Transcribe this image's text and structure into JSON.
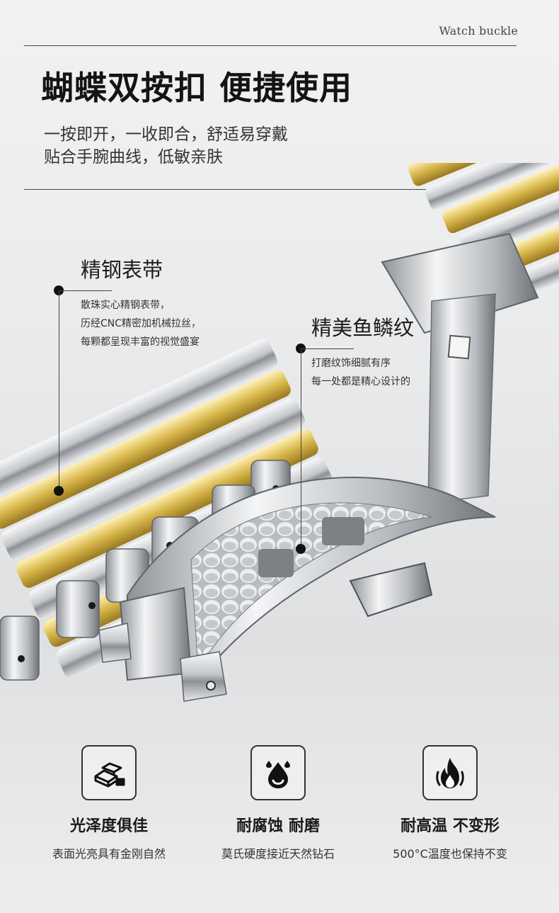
{
  "header": {
    "brand_en": "Watch buckle",
    "headline": "蝴蝶双按扣 便捷使用",
    "sub1": "一按即开，一收即合，舒适易穿戴",
    "sub2": "贴合手腕曲线，低敏亲肤"
  },
  "callouts": {
    "steel": {
      "title": "精钢表带",
      "lines": [
        "散珠实心精钢表带，",
        "历经CNC精密加机械拉丝，",
        "每颗都呈现丰富的视觉盛宴"
      ]
    },
    "scale": {
      "title": "精美鱼鳞纹",
      "lines": [
        "打磨纹饰细腻有序",
        "每一处都是精心设计的"
      ]
    }
  },
  "features": [
    {
      "icon": "gold-bars-icon",
      "title": "光泽度俱佳",
      "desc": "表面光亮具有金刚自然"
    },
    {
      "icon": "water-drop-icon",
      "title": "耐腐蚀 耐磨",
      "desc": "莫氏硬度接近天然钻石"
    },
    {
      "icon": "flame-icon",
      "title": "耐高温 不变形",
      "desc": "500°C温度也保持不变"
    }
  ],
  "colors": {
    "text": "#1a1a1a",
    "gold": "#d8b64a",
    "steel": "#c9ccd0",
    "background": "#e9eaeb"
  }
}
